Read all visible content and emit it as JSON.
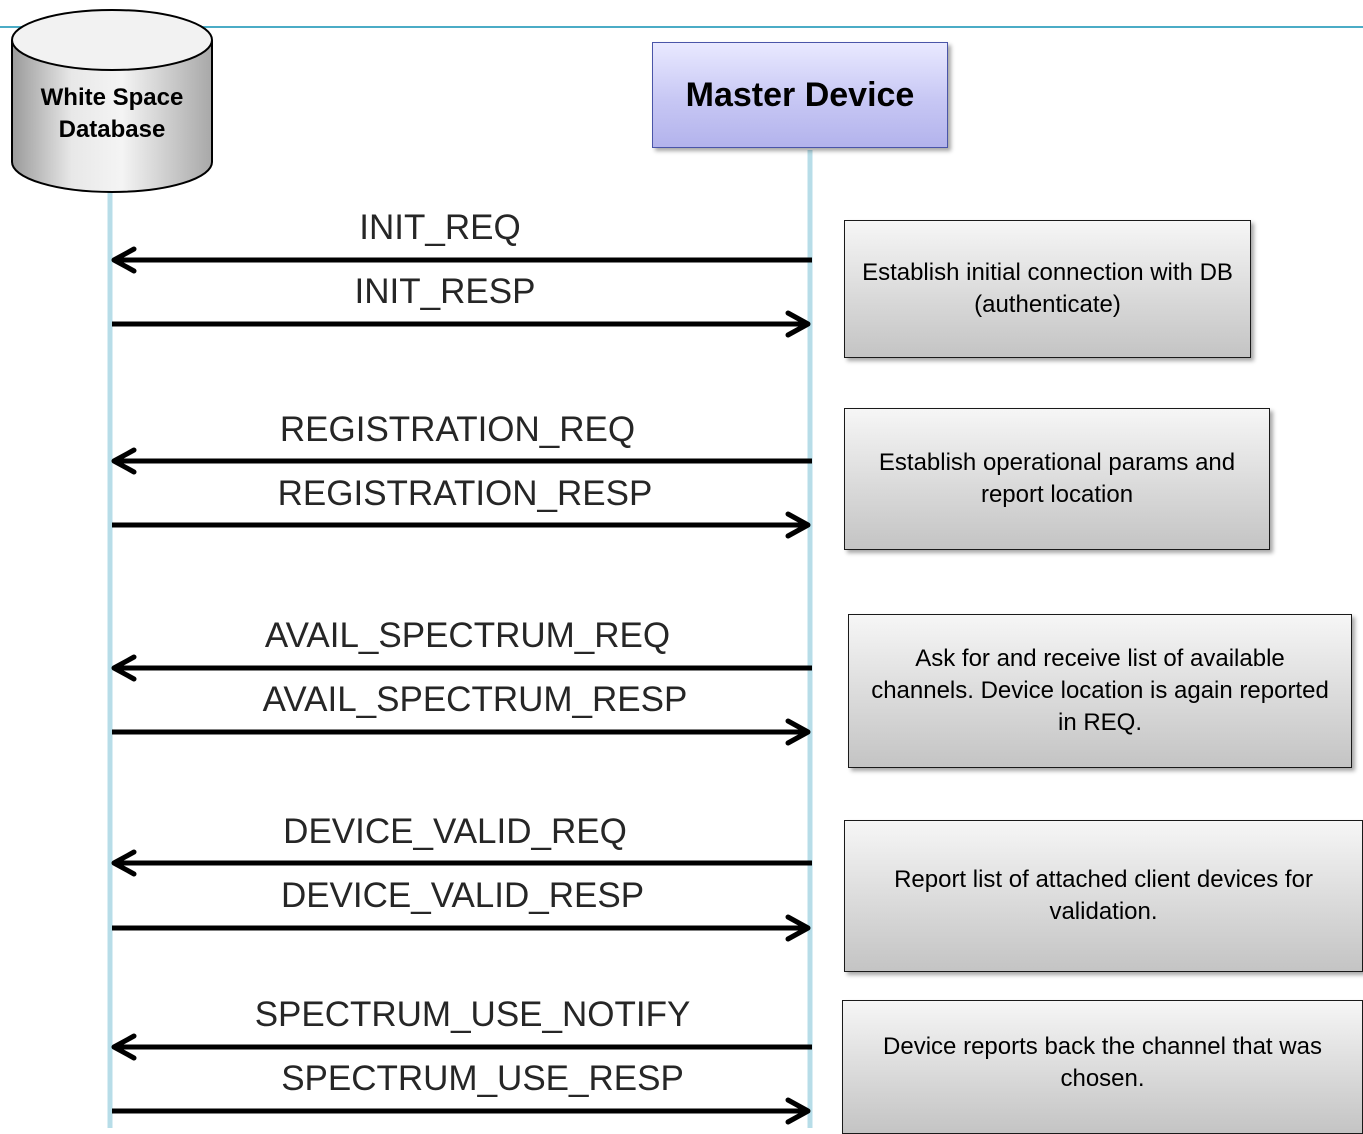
{
  "participants": {
    "database": "White Space\nDatabase",
    "master": "Master Device"
  },
  "messages": [
    {
      "label": "INIT_REQ",
      "direction": "to-database"
    },
    {
      "label": "INIT_RESP",
      "direction": "to-master"
    },
    {
      "label": "REGISTRATION_REQ",
      "direction": "to-database"
    },
    {
      "label": "REGISTRATION_RESP",
      "direction": "to-master"
    },
    {
      "label": "AVAIL_SPECTRUM_REQ",
      "direction": "to-database"
    },
    {
      "label": "AVAIL_SPECTRUM_RESP",
      "direction": "to-master"
    },
    {
      "label": "DEVICE_VALID_REQ",
      "direction": "to-database"
    },
    {
      "label": "DEVICE_VALID_RESP",
      "direction": "to-master"
    },
    {
      "label": "SPECTRUM_USE_NOTIFY",
      "direction": "to-database"
    },
    {
      "label": "SPECTRUM_USE_RESP",
      "direction": "to-master"
    }
  ],
  "notes": [
    "Establish initial connection with DB (authenticate)",
    "Establish operational params and report location",
    "Ask for and receive list of available channels. Device location is again reported in REQ.",
    "Report list of attached client devices for validation.",
    "Device reports back the channel that was chosen."
  ],
  "colors": {
    "accent_line": "#4bacc6",
    "lifeline": "#b7dde8",
    "master_fill": "#c7c7f4",
    "note_fill": "#dadada",
    "arrow": "#000000"
  }
}
